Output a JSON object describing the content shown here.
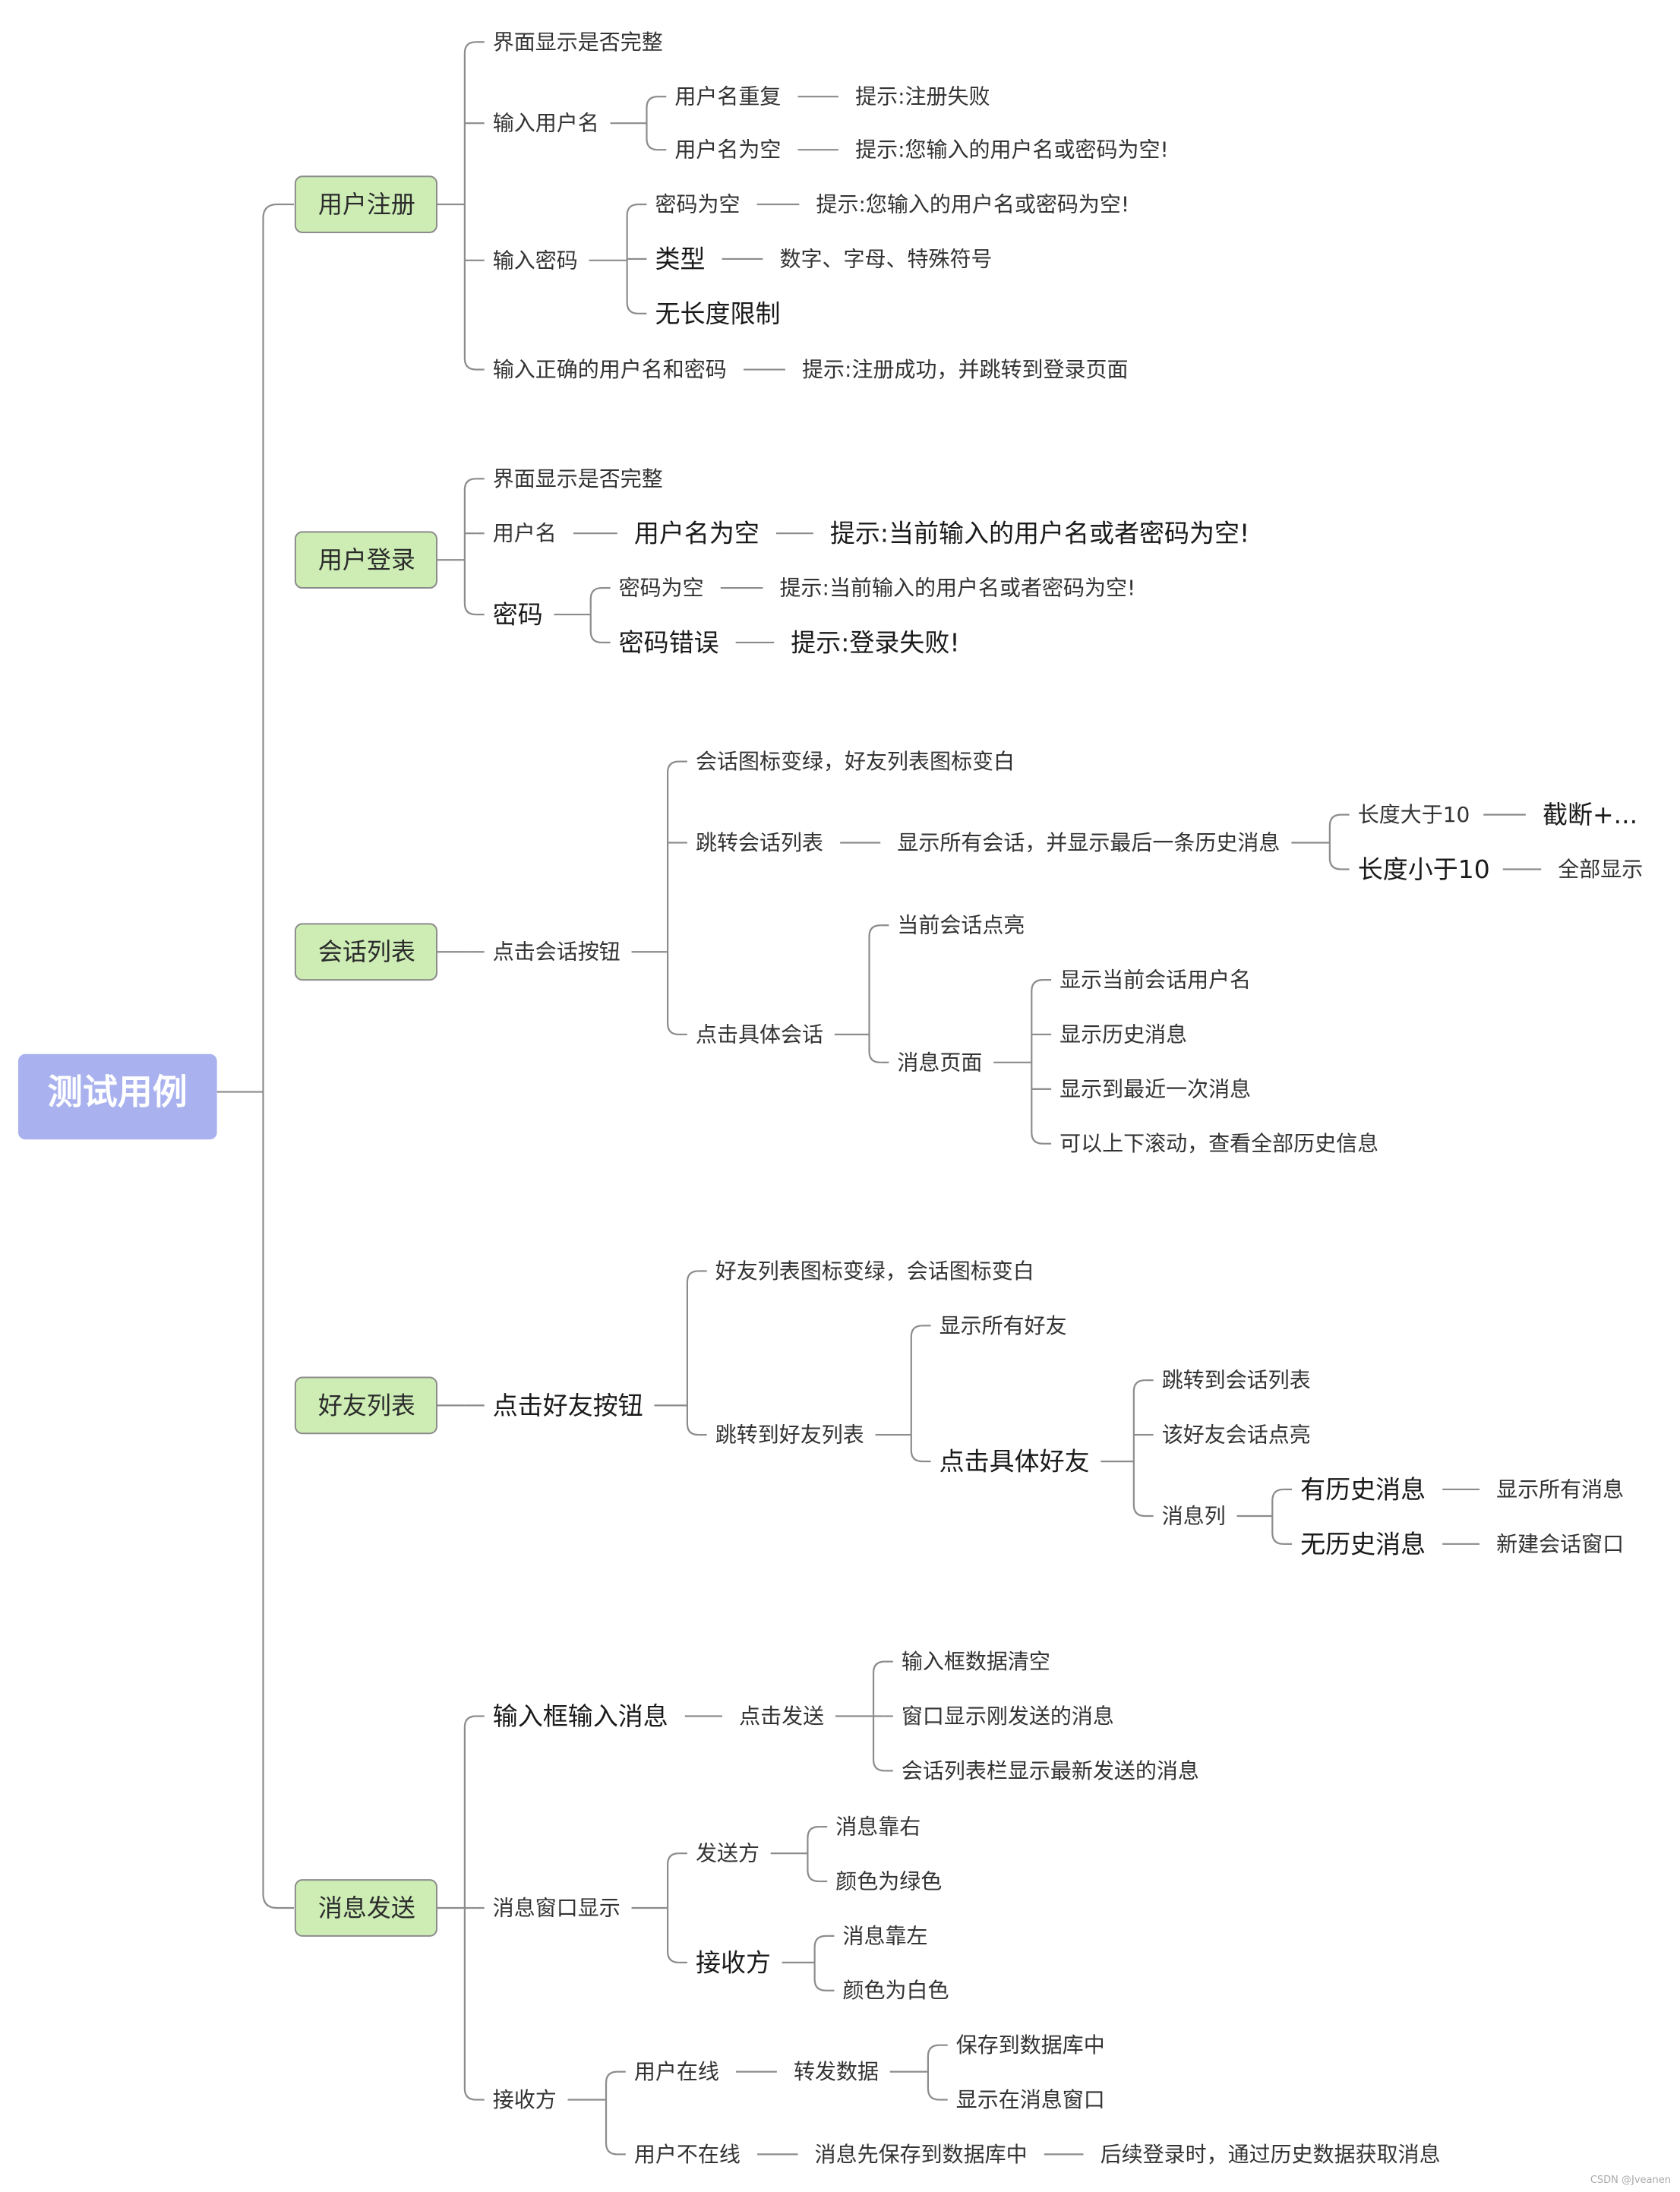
{
  "root": "测试用例",
  "watermark": "CSDN @Jveanen",
  "branches": [
    {
      "label": "用户注册",
      "children": [
        {
          "label": "界面显示是否完整"
        },
        {
          "label": "输入用户名",
          "children": [
            {
              "label": "用户名重复",
              "children": [
                {
                  "label": "提示:注册失败"
                }
              ]
            },
            {
              "label": "用户名为空",
              "children": [
                {
                  "label": "提示:您输入的用户名或密码为空!"
                }
              ]
            }
          ]
        },
        {
          "label": "输入密码",
          "children": [
            {
              "label": "密码为空",
              "children": [
                {
                  "label": "提示:您输入的用户名或密码为空!"
                }
              ]
            },
            {
              "label": "类型",
              "children": [
                {
                  "label": "数字、字母、特殊符号"
                }
              ]
            },
            {
              "label": "无长度限制"
            }
          ]
        },
        {
          "label": "输入正确的用户名和密码",
          "children": [
            {
              "label": "提示:注册成功，并跳转到登录页面"
            }
          ]
        }
      ]
    },
    {
      "label": "用户登录",
      "children": [
        {
          "label": "界面显示是否完整"
        },
        {
          "label": "用户名",
          "children": [
            {
              "label": "用户名为空",
              "children": [
                {
                  "label": "提示:当前输入的用户名或者密码为空!"
                }
              ]
            }
          ]
        },
        {
          "label": "密码",
          "children": [
            {
              "label": "密码为空",
              "children": [
                {
                  "label": "提示:当前输入的用户名或者密码为空!"
                }
              ]
            },
            {
              "label": "密码错误",
              "children": [
                {
                  "label": "提示:登录失败!"
                }
              ]
            }
          ]
        }
      ]
    },
    {
      "label": "会话列表",
      "children": [
        {
          "label": "点击会话按钮",
          "children": [
            {
              "label": "会话图标变绿，好友列表图标变白"
            },
            {
              "label": "跳转会话列表",
              "children": [
                {
                  "label": "显示所有会话，并显示最后一条历史消息",
                  "children": [
                    {
                      "label": "长度大于10",
                      "children": [
                        {
                          "label": "截断+..."
                        }
                      ]
                    },
                    {
                      "label": "长度小于10",
                      "children": [
                        {
                          "label": "全部显示"
                        }
                      ]
                    }
                  ]
                }
              ]
            },
            {
              "label": "点击具体会话",
              "children": [
                {
                  "label": "当前会话点亮"
                },
                {
                  "label": "消息页面",
                  "children": [
                    {
                      "label": "显示当前会话用户名"
                    },
                    {
                      "label": "显示历史消息"
                    },
                    {
                      "label": "显示到最近一次消息"
                    },
                    {
                      "label": "可以上下滚动，查看全部历史信息"
                    }
                  ]
                }
              ]
            }
          ]
        }
      ]
    },
    {
      "label": "好友列表",
      "children": [
        {
          "label": "点击好友按钮",
          "children": [
            {
              "label": "好友列表图标变绿，会话图标变白"
            },
            {
              "label": "跳转到好友列表",
              "children": [
                {
                  "label": "显示所有好友"
                },
                {
                  "label": "点击具体好友",
                  "children": [
                    {
                      "label": "跳转到会话列表"
                    },
                    {
                      "label": "该好友会话点亮"
                    },
                    {
                      "label": "消息列",
                      "children": [
                        {
                          "label": "有历史消息",
                          "children": [
                            {
                              "label": "显示所有消息"
                            }
                          ]
                        },
                        {
                          "label": "无历史消息",
                          "children": [
                            {
                              "label": "新建会话窗口"
                            }
                          ]
                        }
                      ]
                    }
                  ]
                }
              ]
            }
          ]
        }
      ]
    },
    {
      "label": "消息发送",
      "children": [
        {
          "label": "输入框输入消息",
          "children": [
            {
              "label": "点击发送",
              "children": [
                {
                  "label": "输入框数据清空"
                },
                {
                  "label": "窗口显示刚发送的消息"
                },
                {
                  "label": "会话列表栏显示最新发送的消息"
                }
              ]
            }
          ]
        },
        {
          "label": "消息窗口显示",
          "children": [
            {
              "label": "发送方",
              "children": [
                {
                  "label": "消息靠右"
                },
                {
                  "label": "颜色为绿色"
                }
              ]
            },
            {
              "label": "接收方",
              "children": [
                {
                  "label": "消息靠左"
                },
                {
                  "label": "颜色为白色"
                }
              ]
            }
          ]
        },
        {
          "label": "接收方",
          "children": [
            {
              "label": "用户在线",
              "children": [
                {
                  "label": "转发数据",
                  "children": [
                    {
                      "label": "保存到数据库中"
                    },
                    {
                      "label": "显示在消息窗口"
                    }
                  ]
                }
              ]
            },
            {
              "label": "用户不在线",
              "children": [
                {
                  "label": "消息先保存到数据库中",
                  "children": [
                    {
                      "label": "后续登录时，通过历史数据获取消息"
                    }
                  ]
                }
              ]
            }
          ]
        }
      ]
    }
  ]
}
